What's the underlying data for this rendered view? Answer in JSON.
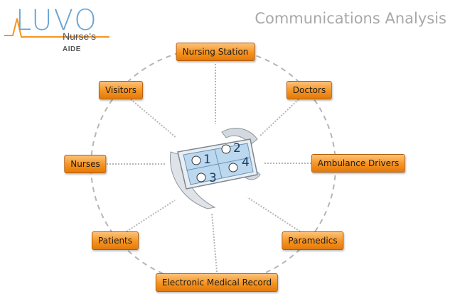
{
  "header": {
    "logo_text": "LUVO",
    "logo_sub": "Nurse's",
    "logo_sub_bold": "AIDE",
    "title": "Communications Analysis"
  },
  "hub": {
    "buttons": [
      "1",
      "2",
      "3",
      "4"
    ]
  },
  "nodes": [
    {
      "id": "nursing-station",
      "label": "Nursing Station"
    },
    {
      "id": "doctors",
      "label": "Doctors"
    },
    {
      "id": "ambulance-drivers",
      "label": "Ambulance Drivers"
    },
    {
      "id": "paramedics",
      "label": "Paramedics"
    },
    {
      "id": "electronic-medical-record",
      "label": "Electronic Medical Record"
    },
    {
      "id": "patients",
      "label": "Patients"
    },
    {
      "id": "nurses",
      "label": "Nurses"
    },
    {
      "id": "visitors",
      "label": "Visitors"
    }
  ],
  "colors": {
    "node_fill": "#f7931e",
    "node_border": "#b45c06",
    "logo_blue": "#6aa6d6",
    "logo_orange": "#f7941d",
    "title_gray": "#a8a8a8",
    "line_gray": "#b5b5b5"
  }
}
